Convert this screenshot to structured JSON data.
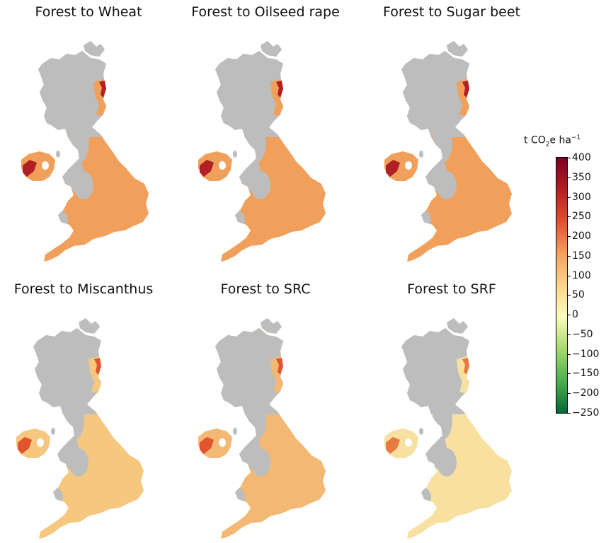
{
  "chart_data": [
    {
      "type": "heatmap",
      "title": "Forest to Wheat",
      "map_color": "#f0a05a",
      "hotspot_color": "#b21f24"
    },
    {
      "type": "heatmap",
      "title": "Forest to Oilseed rape",
      "map_color": "#f0a05a",
      "hotspot_color": "#b21f24"
    },
    {
      "type": "heatmap",
      "title": "Forest to Sugar beet",
      "map_color": "#f0a05a",
      "hotspot_color": "#b21f24"
    },
    {
      "type": "heatmap",
      "title": "Forest to Miscanthus",
      "map_color": "#f5c77f",
      "hotspot_color": "#e1552e"
    },
    {
      "type": "heatmap",
      "title": "Forest to SRC",
      "map_color": "#f3b874",
      "hotspot_color": "#e1552e"
    },
    {
      "type": "heatmap",
      "title": "Forest to SRF",
      "map_color": "#f8e1a0",
      "hotspot_color": "#e97a3f"
    }
  ],
  "colorbar": {
    "label_prefix": "t CO",
    "label_sub": "2",
    "label_mid": "e ha",
    "label_sup": "−1",
    "ticks": [
      "400",
      "350",
      "300",
      "250",
      "200",
      "150",
      "100",
      "50",
      "0",
      "−50",
      "−100",
      "−150",
      "−200",
      "−250"
    ],
    "range": [
      -250,
      400
    ],
    "colors": [
      "#006837",
      "#4cb050",
      "#a6d96a",
      "#fcfcbe",
      "#fdd48a",
      "#f6a05a",
      "#e0502f",
      "#b21f24",
      "#7a0022"
    ]
  },
  "no_data_color": "#bdbdbd"
}
